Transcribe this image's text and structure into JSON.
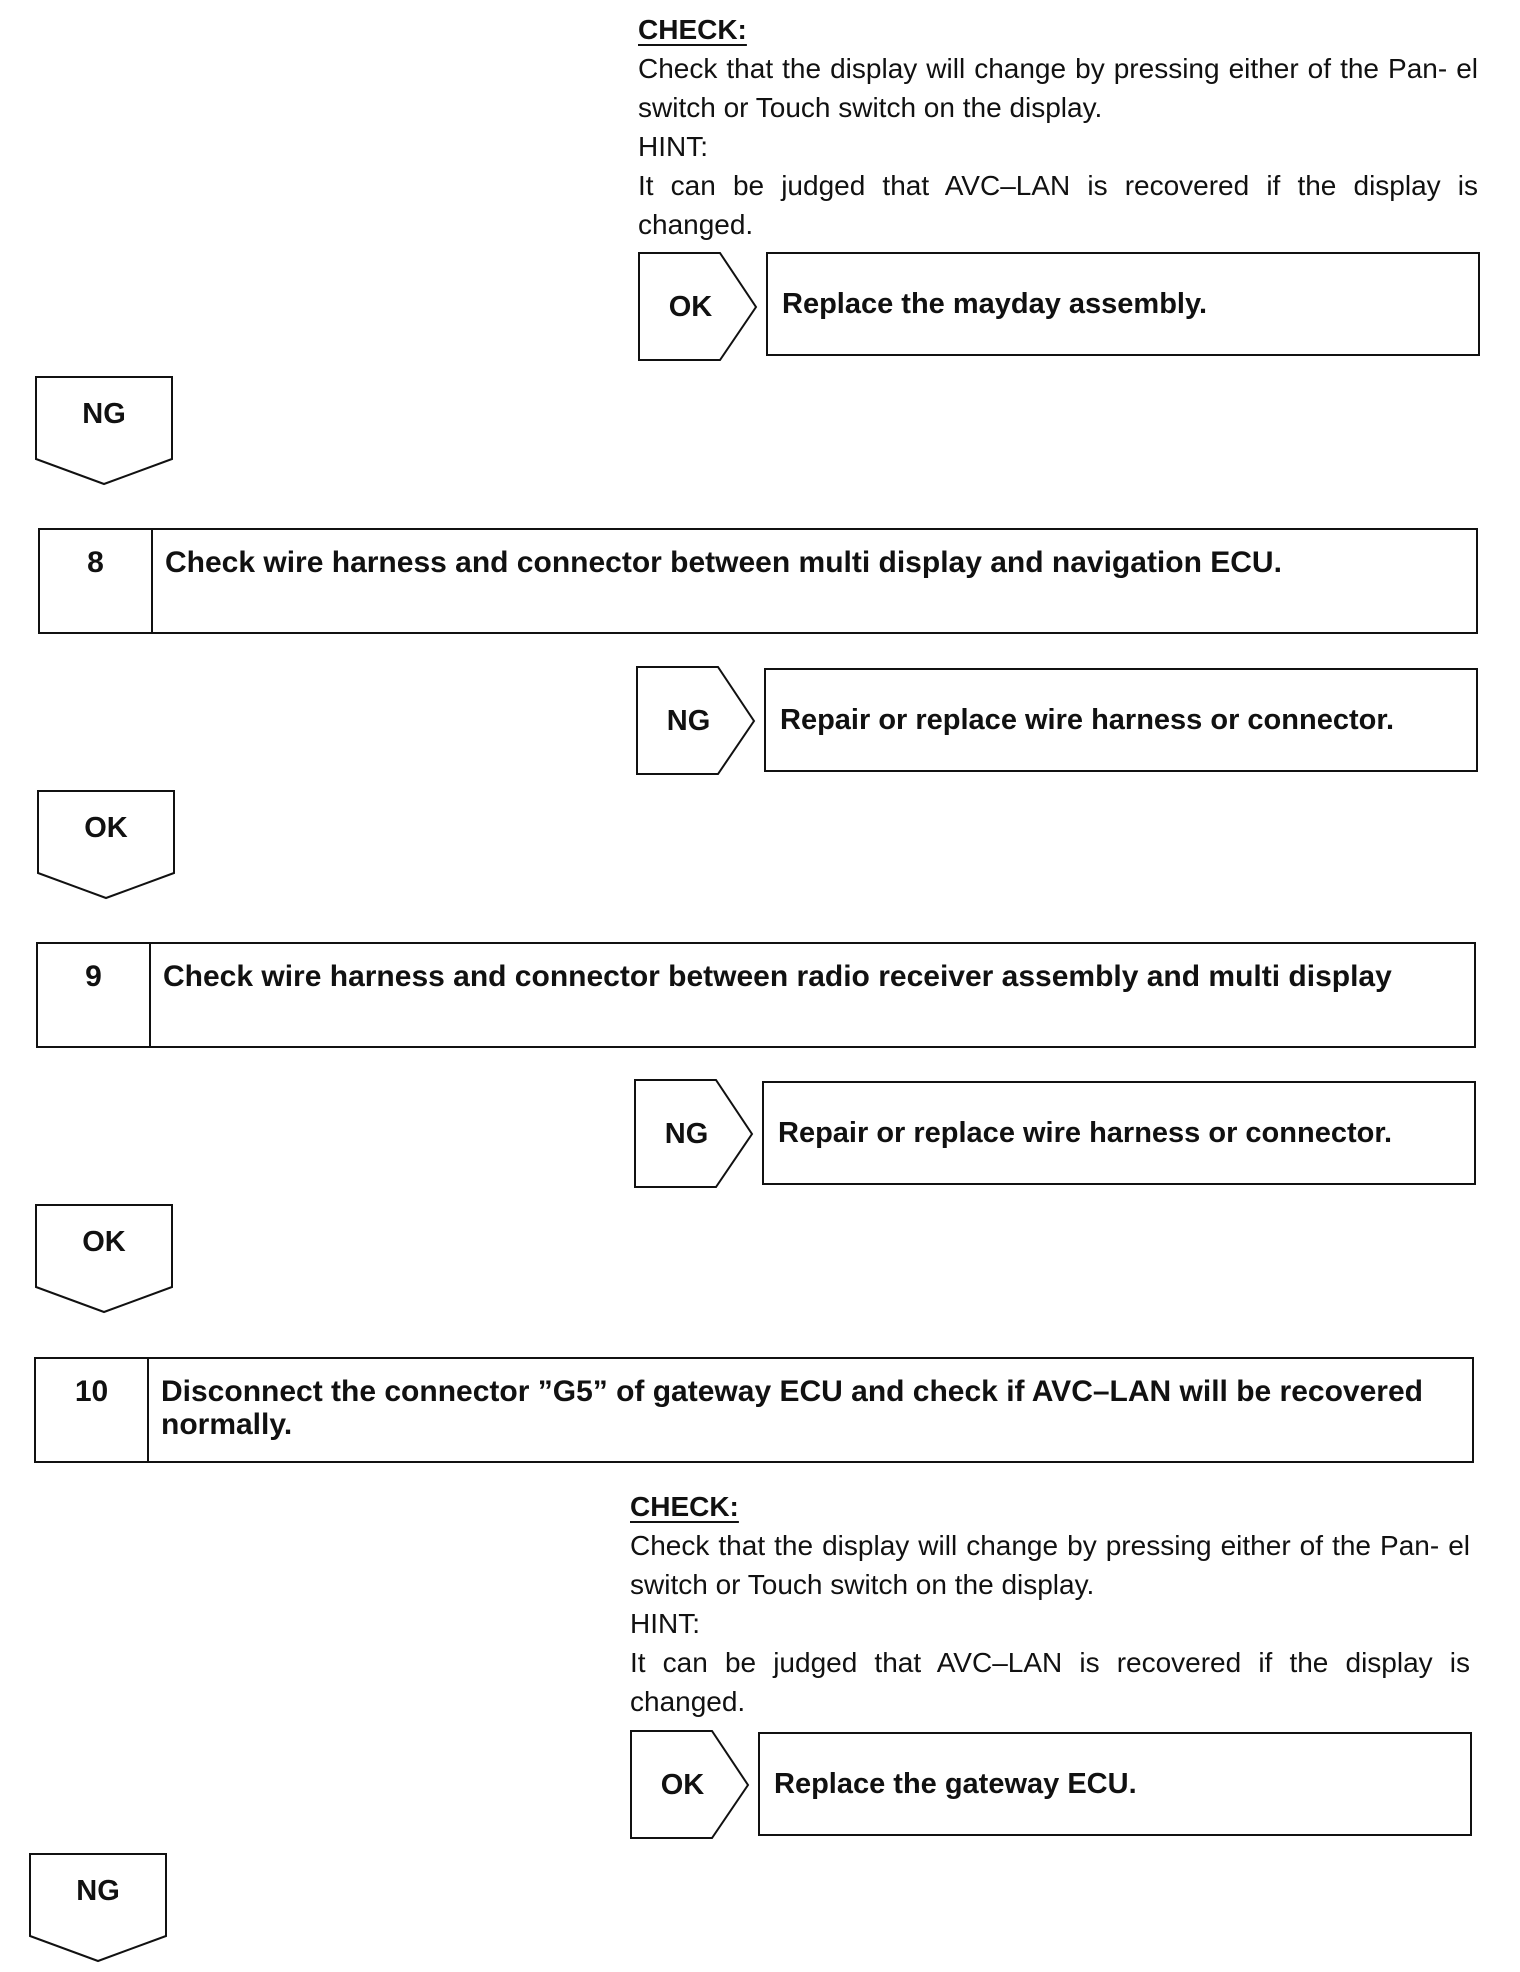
{
  "check_1": {
    "title": "CHECK:",
    "text": "Check that the display will change by pressing either of the Pan- el switch or Touch switch on the display.",
    "hint_label": "HINT:",
    "hint_text": "It can be judged that AVC–LAN is recovered if the display is changed."
  },
  "result_1": {
    "label": "OK",
    "message": "Replace the mayday assembly."
  },
  "flow_1": {
    "label": "NG"
  },
  "step_8": {
    "number": "8",
    "title": "Check wire harness and connector between multi display and navigation ECU."
  },
  "result_2": {
    "label": "NG",
    "message": "Repair or replace wire harness or connector."
  },
  "flow_2": {
    "label": "OK"
  },
  "step_9": {
    "number": "9",
    "title": "Check wire harness and connector between radio receiver assembly and multi display"
  },
  "result_3": {
    "label": "NG",
    "message": "Repair or replace wire harness or connector."
  },
  "flow_3": {
    "label": "OK"
  },
  "step_10": {
    "number": "10",
    "title": "Disconnect the connector ”G5” of gateway ECU and check if AVC–LAN will be recovered normally."
  },
  "check_2": {
    "title": "CHECK:",
    "text": "Check that the display will change by pressing either of the Pan- el switch or Touch switch on the display.",
    "hint_label": "HINT:",
    "hint_text": "It can be judged that AVC–LAN is recovered if the display is changed."
  },
  "result_4": {
    "label": "OK",
    "message": "Replace the gateway ECU."
  },
  "flow_4": {
    "label": "NG"
  }
}
